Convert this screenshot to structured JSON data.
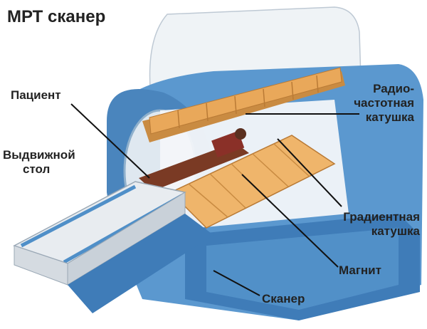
{
  "title": "МРТ сканер",
  "labels": {
    "patient": "Пациент",
    "table_line1": "Выдвижной",
    "table_line2": "стол",
    "rf_line1": "Радио-",
    "rf_line2": "частотная",
    "rf_line3": "катушка",
    "gradient_line1": "Градиентная",
    "gradient_line2": "катушка",
    "magnet": "Магнит",
    "scanner": "Сканер"
  },
  "colors": {
    "body_blue": "#4f8fc8",
    "light_blue": "#9cc4e6",
    "coil_orange": "#e9a85a",
    "shell": "#e8eef4",
    "text": "#222222"
  }
}
